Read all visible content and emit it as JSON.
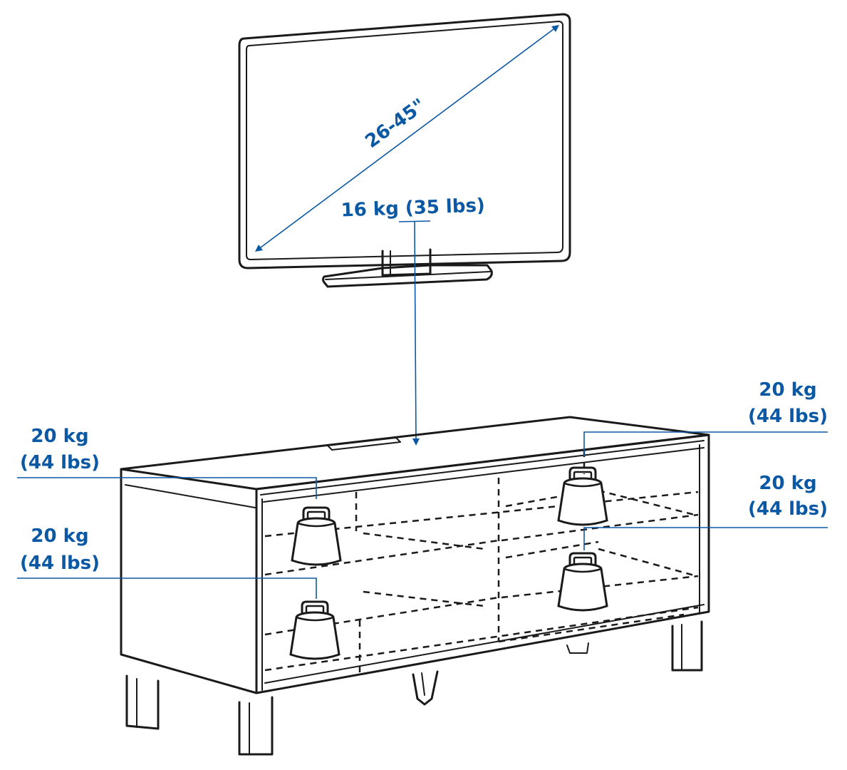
{
  "colors": {
    "annotation": "#0b58a4",
    "line_art": "#1a1a1a",
    "background": "#ffffff"
  },
  "annotations": {
    "tv_diagonal": "26-45\"",
    "tv_weight": "16 kg (35 lbs)",
    "top_left_shelf": {
      "kg": "20 kg",
      "lbs": "(44 lbs)"
    },
    "bottom_left_shelf": {
      "kg": "20 kg",
      "lbs": "(44 lbs)"
    },
    "top_right_shelf": {
      "kg": "20 kg",
      "lbs": "(44 lbs)"
    },
    "bottom_right_shelf": {
      "kg": "20 kg",
      "lbs": "(44 lbs)"
    }
  }
}
